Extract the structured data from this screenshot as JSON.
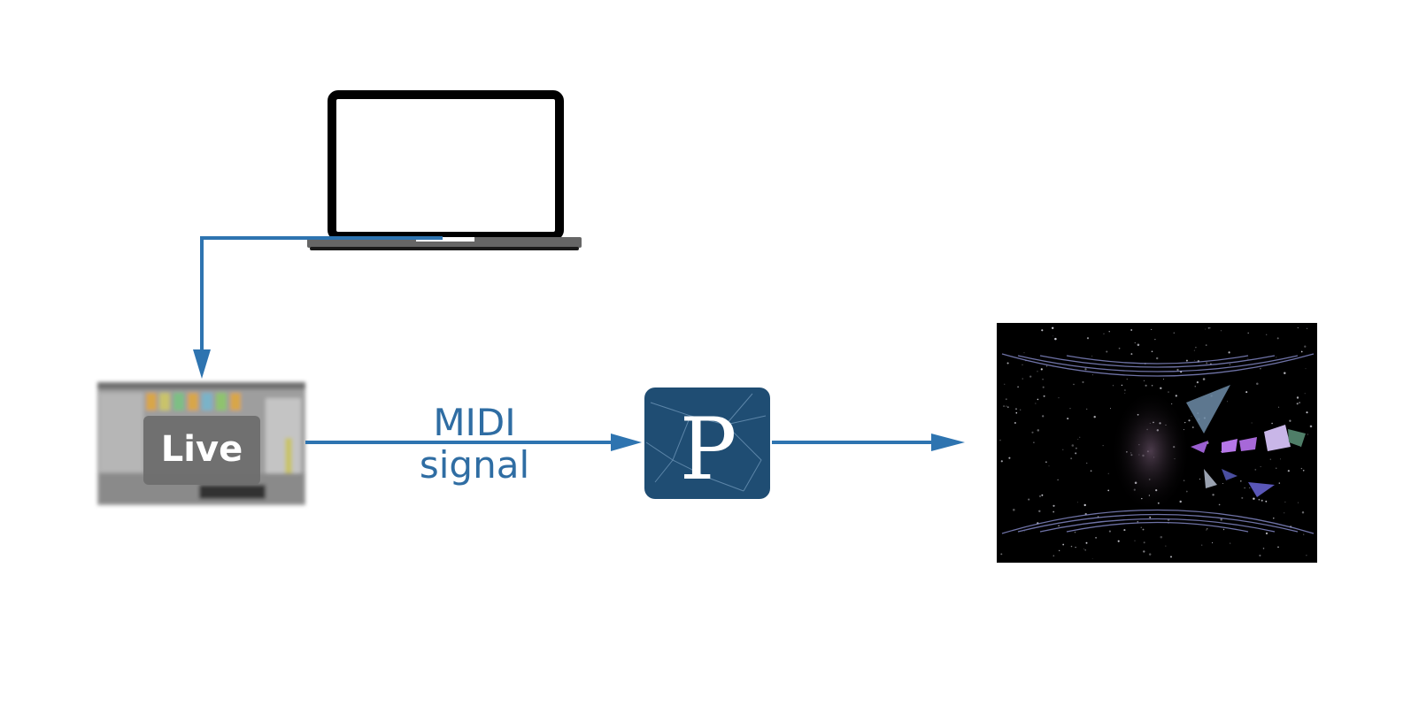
{
  "diagram": {
    "live_logo_text": "Live",
    "connection_label_line1": "MIDI",
    "connection_label_line2": "signal",
    "processing_app_letter": "P"
  },
  "icons": {
    "computer": "laptop-icon",
    "daw": "ableton-live-screenshot",
    "app": "processing-app-icon",
    "output": "visual-output-screenshot"
  },
  "colors": {
    "arrow": "#2e74b0",
    "label": "#2f6da3",
    "laptop": "#000000",
    "p_icon_bg": "#1f4d73",
    "output_bg": "#000000"
  }
}
